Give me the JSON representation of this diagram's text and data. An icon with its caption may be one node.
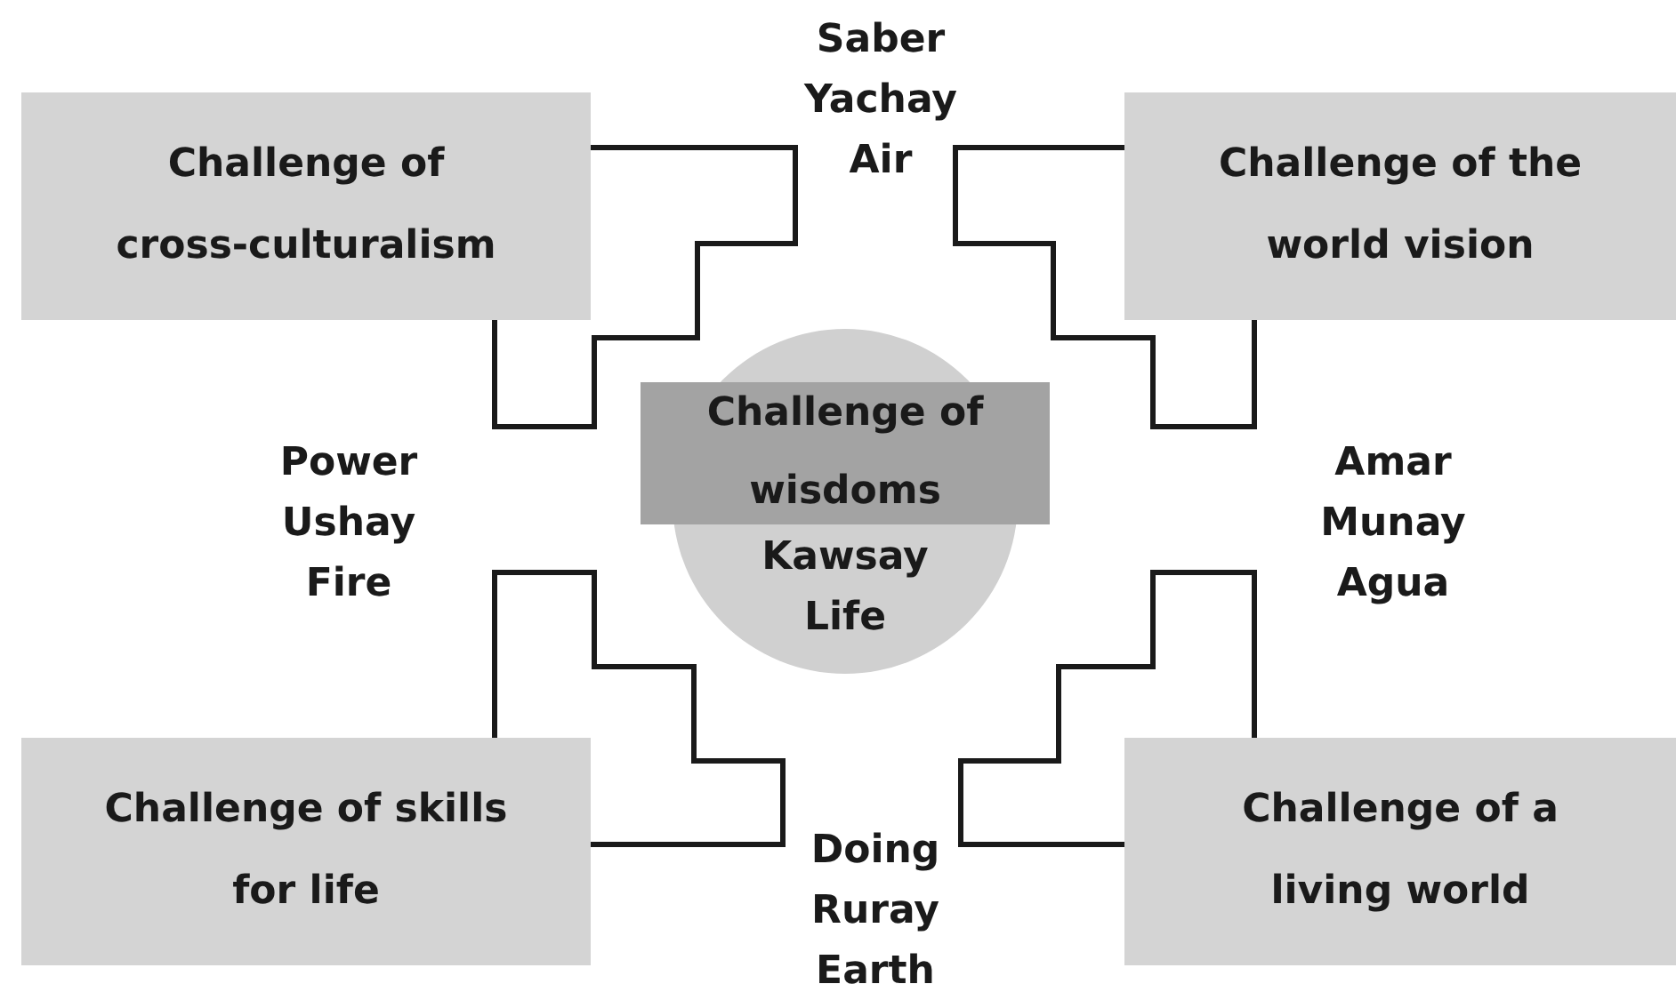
{
  "diagram": {
    "nodes": [
      {
        "text": [
          "Challenge of cross-culturalism"
        ]
      },
      {
        "text": [
          "Challenge of the world vision"
        ]
      },
      {
        "text": [
          "Challenge of wisdoms"
        ]
      },
      {
        "text": [
          "Kawsay Life"
        ]
      },
      {
        "text": [
          "Challenge of skills for life"
        ]
      },
      {
        "text": [
          "Challenge of a living world"
        ]
      }
    ],
    "edges": [],
    "labels": [
      "Saber Yachay Air",
      "Power Ushay Fire",
      "Amar Munay Agua",
      "Doing Ruray Earth"
    ]
  }
}
